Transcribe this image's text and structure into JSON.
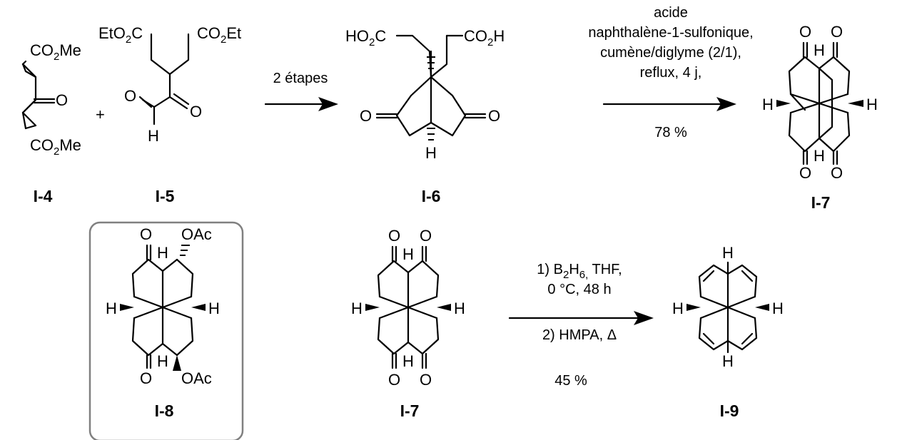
{
  "compounds": {
    "i4": "I-4",
    "i5": "I-5",
    "i6": "I-6",
    "i7_top": "I-7",
    "i8": "I-8",
    "i7_bottom": "I-7",
    "i9": "I-9"
  },
  "atoms": {
    "co2me_top": "CO",
    "co2me_top_sub": "2",
    "co2me_top_end": "Me",
    "co2me_bottom": "CO",
    "co2me_bottom_sub": "2",
    "co2me_bottom_end": "Me",
    "oxygen": "O",
    "hydrogen": "H",
    "eto2c": "EtO",
    "eto2c_sub": "2",
    "eto2c_end": "C",
    "co2et": "CO",
    "co2et_sub": "2",
    "co2et_end": "Et",
    "ho2c": "HO",
    "ho2c_sub": "2",
    "ho2c_end": "C",
    "co2h": "CO",
    "co2h_sub": "2",
    "co2h_end": "H",
    "oac": "OAc"
  },
  "symbols": {
    "plus": "+"
  },
  "reactions": {
    "step1": {
      "condition": "2 étapes"
    },
    "step2": {
      "line1": "acide",
      "line2": "naphthalène-1-sulfonique,",
      "line3": "cumène/diglyme (2/1),",
      "line4": "reflux, 4 j,",
      "yield": "78 %"
    },
    "step3": {
      "line1_pre": "1) B",
      "line1_sub": "2",
      "line1_mid": "H",
      "line1_sub2": "6,",
      "line1_post": " THF,",
      "line2": "0 °C, 48 h",
      "line3": "2) HMPA, Δ",
      "yield": "45 %"
    }
  },
  "colors": {
    "ink": "#000000",
    "frame": "#808080"
  }
}
